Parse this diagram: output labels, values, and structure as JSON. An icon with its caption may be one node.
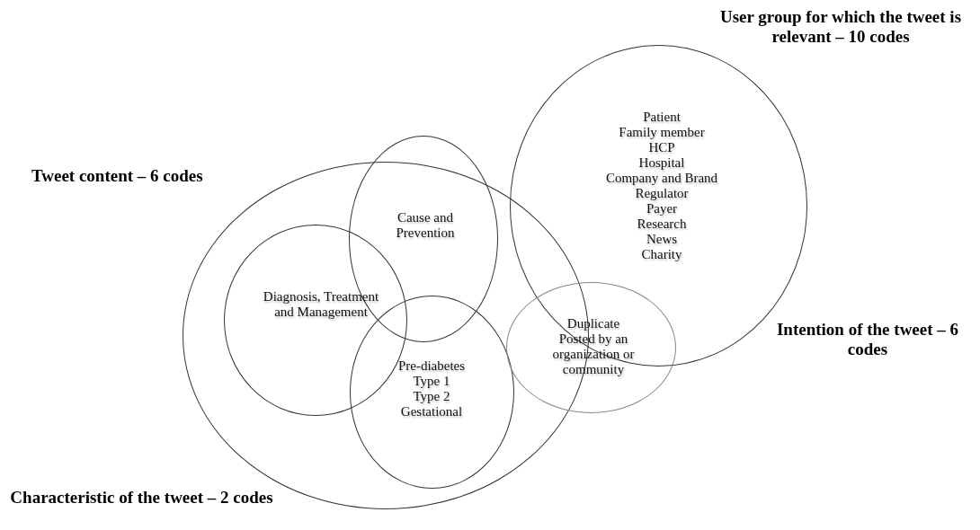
{
  "diagram": {
    "nodes": [
      {
        "text": [],
        "shape": "circle"
      },
      {
        "text": [
          "Cause and Prevention"
        ],
        "in": 0
      },
      {
        "text": [
          "Diagnosis, Treatment and Management"
        ],
        "in": 0
      },
      {
        "text": [
          "Pre-diabetes",
          "Type 1",
          "Type 2",
          "Gestational"
        ],
        "in": 0
      },
      {
        "text": [
          "Patient",
          "Family member",
          "HCP",
          "Hospital",
          "Company and Brand",
          "Regulator",
          "Payer",
          "Research",
          "News",
          "Charity"
        ]
      },
      {
        "text": [
          "Duplicate",
          "Posted by an organization or community"
        ]
      }
    ],
    "labels": [
      "User group for which the tweet is relevant – 10 codes",
      "Tweet content – 6 codes",
      "Intention of the tweet – 6 codes",
      "Characteristic of the tweet – 2 codes"
    ]
  }
}
